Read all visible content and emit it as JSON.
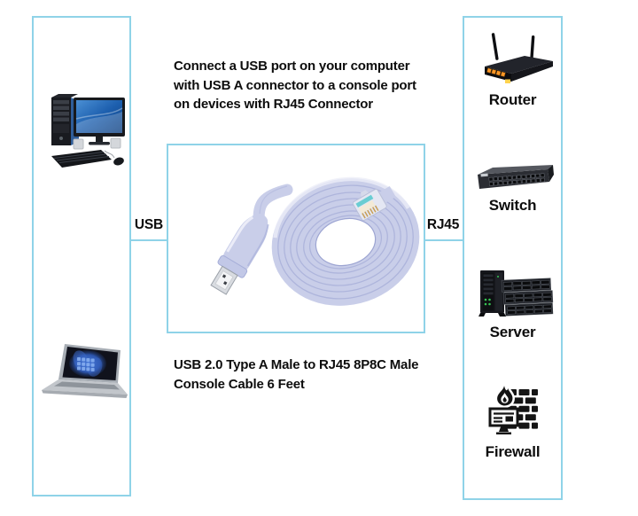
{
  "colors": {
    "box_border": "#8fd3e8",
    "cable": "#c9cee9",
    "text": "#0d0d0d"
  },
  "description_top": {
    "lines": [
      "Connect a USB port on your computer",
      "with USB A connector to a console port",
      "on devices with RJ45 Connector"
    ]
  },
  "description_bottom": {
    "lines": [
      "USB 2.0 Type A Male to RJ45 8P8C Male",
      "Console Cable 6 Feet"
    ]
  },
  "connection": {
    "usb_label": "USB",
    "rj45_label": "RJ45"
  },
  "left_panel": {
    "devices": [
      {
        "icon": "desktop-computer-icon"
      },
      {
        "icon": "laptop-icon"
      }
    ]
  },
  "right_panel": {
    "items": [
      {
        "label": "Router",
        "icon": "router-icon"
      },
      {
        "label": "Switch",
        "icon": "switch-icon"
      },
      {
        "label": "Server",
        "icon": "server-icon"
      },
      {
        "label": "Firewall",
        "icon": "firewall-icon"
      }
    ]
  },
  "center_image": {
    "icon": "usb-to-rj45-console-cable-image"
  }
}
